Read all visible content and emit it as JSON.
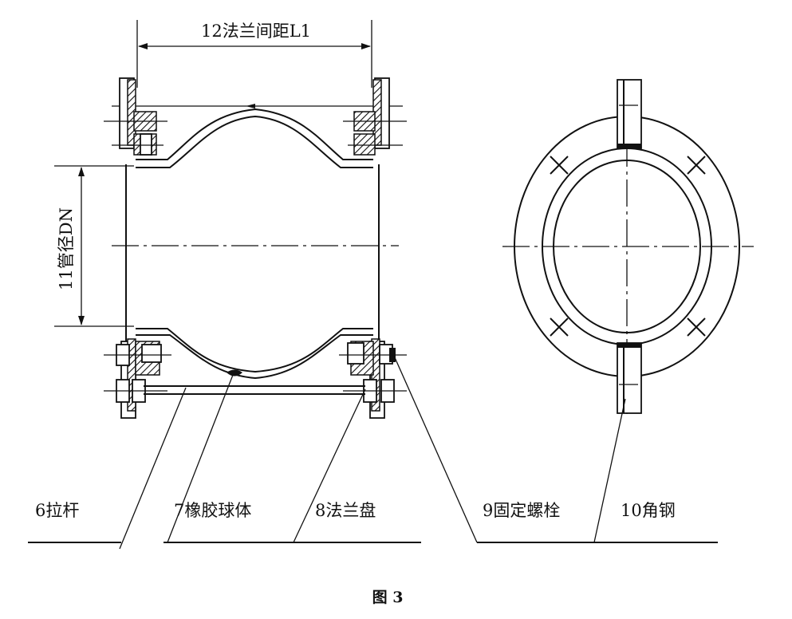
{
  "labels": {
    "flange_distance": "12法兰间距L1",
    "pipe_diameter": "11管径DN",
    "tie_rod": "6拉杆",
    "rubber_ball": "7橡胶球体",
    "flange_plate": "8法兰盘",
    "fixing_bolt": "9固定螺栓",
    "angle_steel": "10角钢"
  },
  "caption": "图 3"
}
